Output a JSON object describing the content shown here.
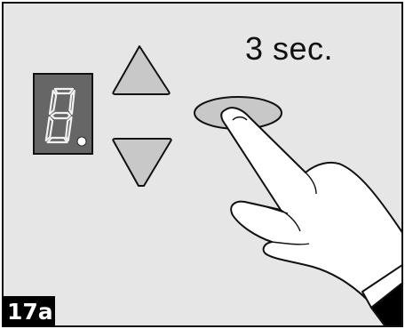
{
  "instruction": {
    "text": "3 sec."
  },
  "display": {
    "digit": "8.",
    "icon": "seven-segment-display-icon"
  },
  "buttons": {
    "up": {
      "icon": "triangle-up-icon"
    },
    "down": {
      "icon": "triangle-down-icon"
    },
    "set": {
      "icon": "oval-button-icon"
    }
  },
  "hand": {
    "icon": "pointing-hand-icon"
  },
  "figure": {
    "label": "17a"
  },
  "colors": {
    "panel_background": "#e6e6e6",
    "button_fill": "#c8c8c8",
    "display_background": "#666666",
    "outline": "#111111",
    "label_background": "#000000",
    "label_text": "#ffffff"
  }
}
